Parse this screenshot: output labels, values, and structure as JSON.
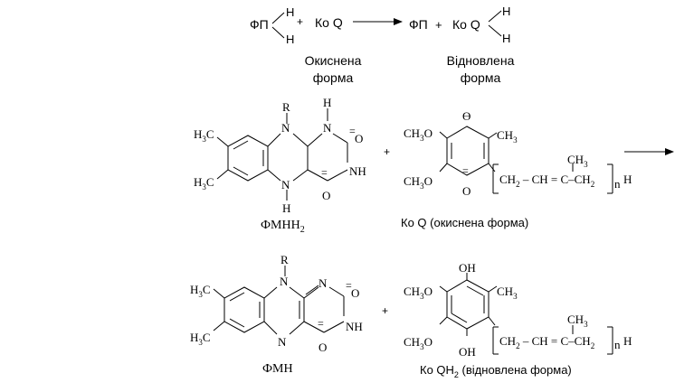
{
  "header": {
    "fp": "ФП",
    "plus": "+",
    "h": "H",
    "koq": "Ко Q",
    "oxidized_line1": "Окиснена",
    "oxidized_line2": "форма",
    "reduced_line1": "Відновлена",
    "reduced_line2": "форма"
  },
  "atoms": {
    "r": "R",
    "n": "N",
    "h": "H",
    "nh": "NH",
    "o": "O",
    "oh": "OH",
    "h3": "H",
    "sub3": "3",
    "c": "C",
    "ch3": "CH",
    "ch2": "CH",
    "sub2": "2",
    "ch": "CH",
    "eq": "=",
    "minus": "–",
    "n_sub": "n",
    "theta": "Ɵ"
  },
  "labels": {
    "fmnh": "ФМНН",
    "fmnh_sub": "2",
    "koq_ox": "Ко Q (окиснена форма)",
    "fmn": "ФМН",
    "koqh2_pre": "Ко QН",
    "koqh2_sub": "2",
    "koqh2_post": " (відновлена форма)",
    "plus": "+"
  }
}
